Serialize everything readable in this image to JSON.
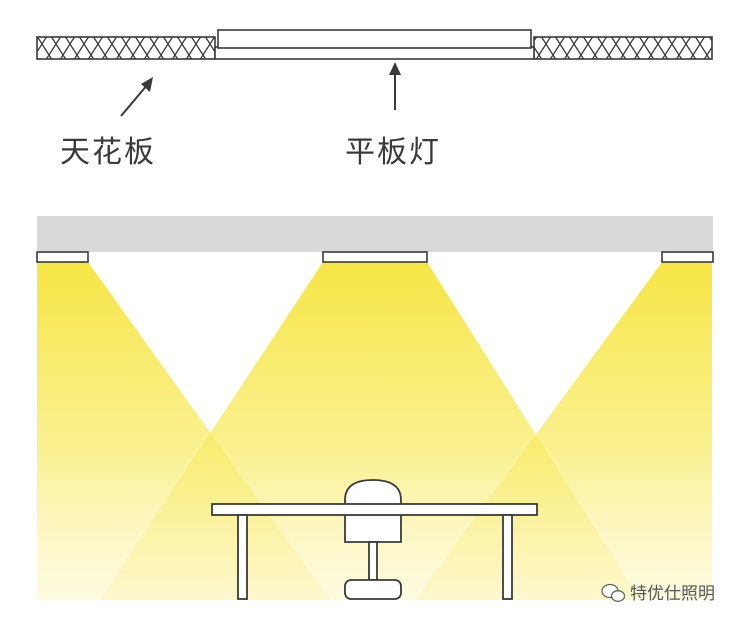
{
  "top_diagram": {
    "ceiling_label": "天花板",
    "panel_light_label": "平板灯"
  },
  "watermark": {
    "text": "特优仕照明",
    "icon": "wechat-icon"
  },
  "colors": {
    "ceiling": "#d9d9d9",
    "light_beam": "#f7e84a",
    "outline": "#3a3a3a",
    "background": "#ffffff"
  }
}
